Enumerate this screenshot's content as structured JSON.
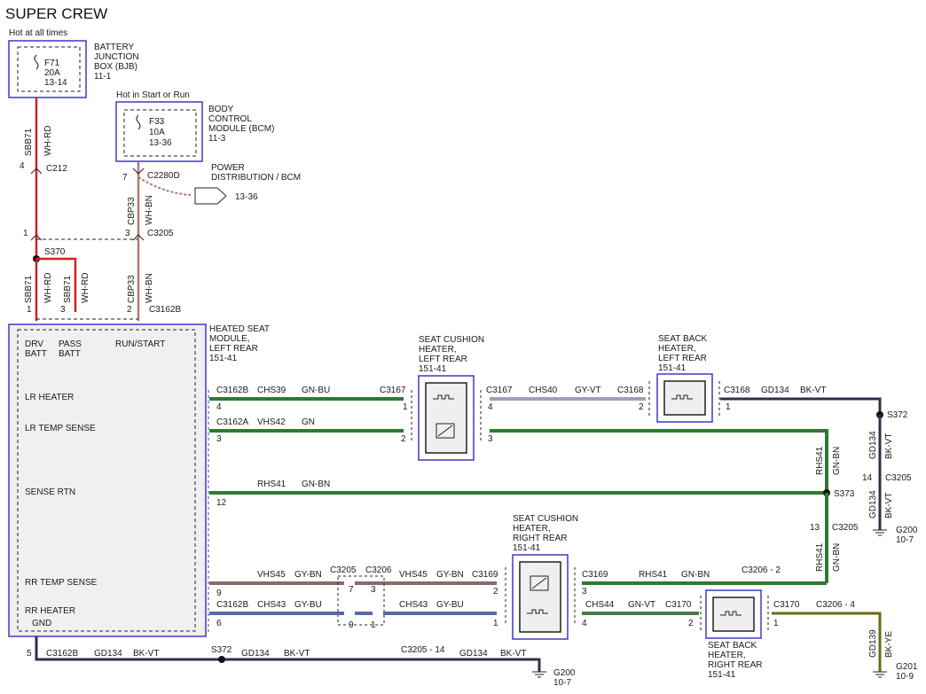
{
  "title": "SUPER CREW",
  "hot_at_all_times": "Hot at all times",
  "hot_in_start_run": "Hot in Start or Run",
  "bjb": {
    "fuse": "F71",
    "rating": "20A",
    "ref": "13-14",
    "name": [
      "BATTERY",
      "JUNCTION",
      "BOX (BJB)",
      "11-1"
    ]
  },
  "bcm": {
    "fuse": "F33",
    "rating": "10A",
    "ref": "13-36",
    "name": [
      "BODY",
      "CONTROL",
      "MODULE (BCM)",
      "11-3"
    ]
  },
  "power_dist": {
    "label": [
      "POWER",
      "DISTRIBUTION / BCM"
    ],
    "ref": "13-36"
  },
  "heated_seat_module": {
    "name": [
      "HEATED SEAT",
      "MODULE,",
      "LEFT REAR",
      "151-41"
    ],
    "drv_batt": [
      "DRV",
      "BATT"
    ],
    "pass_batt": [
      "PASS",
      "BATT"
    ],
    "run_start": "RUN/START",
    "lr_heater": "LR HEATER",
    "lr_temp_sense": "LR TEMP SENSE",
    "sense_rtn": "SENSE RTN",
    "rr_temp_sense": "RR TEMP SENSE",
    "rr_heater": "RR HEATER",
    "gnd": "GND"
  },
  "cushion_lr": [
    "SEAT CUSHION",
    "HEATER,",
    "LEFT REAR",
    "151-41"
  ],
  "back_lr": [
    "SEAT BACK",
    "HEATER,",
    "LEFT REAR",
    "151-41"
  ],
  "cushion_rr": [
    "SEAT CUSHION",
    "HEATER,",
    "RIGHT REAR",
    "151-41"
  ],
  "back_rr": [
    "SEAT BACK",
    "HEATER,",
    "RIGHT REAR",
    "151-41"
  ],
  "connectors": {
    "c212": "C212",
    "c2280d": "C2280D",
    "c3205": "C3205",
    "s370": "S370",
    "c3162b": "C3162B",
    "c3162a": "C3162A",
    "c3167": "C3167",
    "c3168": "C3168",
    "s372": "S372",
    "s373": "S373",
    "c3206": "C3206",
    "c3169": "C3169",
    "c3170": "C3170",
    "c3206_2": "C3206 - 2",
    "c3206_4": "C3206 - 4",
    "c3205_14": "C3205 - 14"
  },
  "circuits": {
    "sbb71": "SBB71",
    "wh_rd": "WH-RD",
    "cbp33": "CBP33",
    "wh_bn": "WH-BN",
    "chs39": "CHS39",
    "gn_bu": "GN-BU",
    "chs40": "CHS40",
    "gy_vt": "GY-VT",
    "gd134": "GD134",
    "bk_vt": "BK-VT",
    "vhs42": "VHS42",
    "gn": "GN",
    "rhs41": "RHS41",
    "gn_bn": "GN-BN",
    "vhs45": "VHS45",
    "gy_bn": "GY-BN",
    "chs43": "CHS43",
    "gy_bu": "GY-BU",
    "chs44": "CHS44",
    "gn_vt": "GN-VT",
    "gd139": "GD139",
    "bk_ye": "BK-YE"
  },
  "grounds": {
    "g200": "G200",
    "g200_ref": "10-7",
    "g201": "G201",
    "g201_ref": "10-9"
  },
  "pins": {
    "p1": "1",
    "p2": "2",
    "p3": "3",
    "p4": "4",
    "p5": "5",
    "p6": "6",
    "p7": "7",
    "p9": "9",
    "p12": "12",
    "p13": "13",
    "p14": "14"
  },
  "colors": {
    "red": "#d42020",
    "green": "#2f7a2f",
    "gray_violet": "#a89cb8",
    "black_violet": "#3a2a4a",
    "gray_brown": "#8a6a6a",
    "gray_blue": "#5a68b0",
    "green_violet": "#4a7a4a",
    "black_yellow": "#6a6a10",
    "white_brown": "#b07a6a",
    "component_border": "#3a3ac8"
  }
}
